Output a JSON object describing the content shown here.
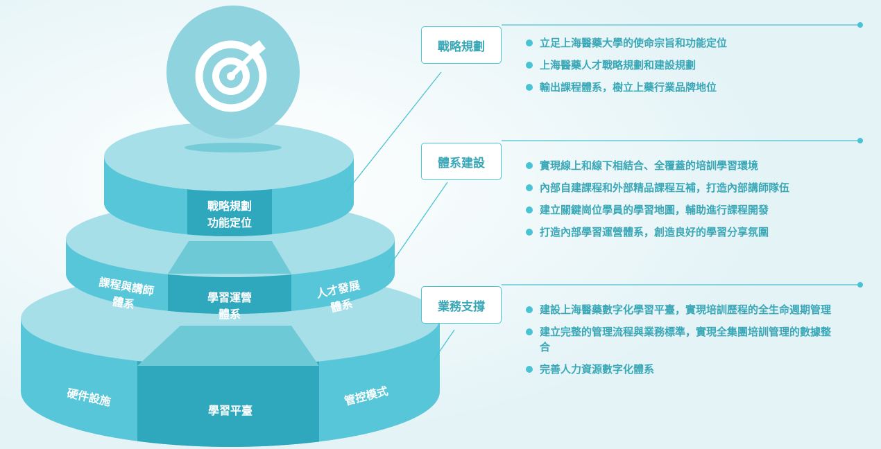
{
  "colors": {
    "accent": "#49c3d3",
    "text": "#3aa7b7",
    "tier_side": "#56c6d8",
    "tier_top": "#9fdde6",
    "tier_center": "#2fa7bd",
    "target_circle": "#8fd3de"
  },
  "icons": {
    "target": "target-arrow-icon"
  },
  "pyramid": {
    "top": {
      "center": "戰略規劃\n功能定位"
    },
    "middle": {
      "left": "課程與講師\n體系",
      "center": "學習運營\n體系",
      "right": "人才發展\n體系"
    },
    "bottom": {
      "left": "硬件設施",
      "center": "學習平臺",
      "right": "管控模式"
    }
  },
  "sections": [
    {
      "title": "戰略規劃",
      "items": [
        "立足上海醫藥大學的使命宗旨和功能定位",
        "上海醫藥人才戰略規劃和建設規劃",
        "輸出課程體系，樹立上藥行業品牌地位"
      ]
    },
    {
      "title": "體系建設",
      "items": [
        "實現線上和線下相結合、全覆蓋的培訓學習環境",
        "內部自建課程和外部精品課程互補，打造內部講師隊伍",
        "建立關鍵崗位學員的學習地圖，輔助進行課程開發",
        "打造內部學習運營體系，創造良好的學習分享氛圍"
      ]
    },
    {
      "title": "業務支撐",
      "items": [
        "建設上海醫藥數字化學習平臺，實現培訓歷程的全生命週期管理",
        "建立完整的管理流程與業務標準，實現全集團培訓管理的數據整合",
        "完善人力資源數字化體系"
      ]
    }
  ]
}
